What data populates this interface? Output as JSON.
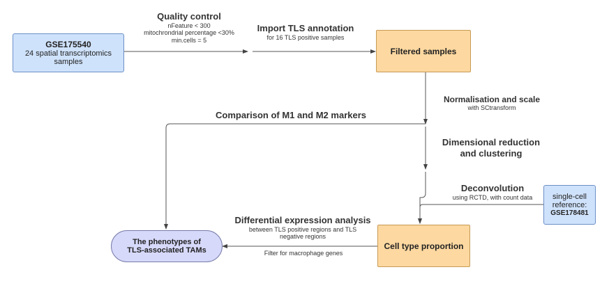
{
  "nodes": {
    "gse_source": {
      "title": "GSE175540",
      "lines": [
        "24 spatial transcriptomics",
        "samples"
      ]
    },
    "filtered_samples": {
      "title": "Filtered samples"
    },
    "cell_type_proportion": {
      "title": "Cell type proportion"
    },
    "single_cell_ref": {
      "lines": [
        "single-cell",
        "reference:",
        "GSE178481"
      ]
    },
    "tam_phenotypes": {
      "lines": [
        "The phenotypes of",
        "TLS-associated TAMs"
      ]
    }
  },
  "labels": {
    "quality_control": {
      "title": "Quality control",
      "lines": [
        "nFeature < 300",
        "mitochrondrial percentage <30%",
        "min.cells = 5"
      ]
    },
    "import_tls": {
      "title": "Import TLS annotation",
      "sub": "for 16 TLS positive samples"
    },
    "normalisation": {
      "title": "Normalisation and scale",
      "sub": "with SCtransform"
    },
    "dimensional": {
      "title_lines": [
        "Dimensional reduction",
        "and clustering"
      ]
    },
    "deconvolution": {
      "title": "Deconvolution",
      "sub": "using RCTD, with count data"
    },
    "comparison": {
      "title": "Comparison of M1 and M2 markers"
    },
    "differential": {
      "title": "Differential expression analysis",
      "lines": [
        "between TLS positive regions and TLS",
        "negative regions"
      ]
    },
    "filter_macrophage": {
      "sub": "Filter for macrophage genes"
    }
  },
  "colors": {
    "input_box": "#cfe2fb",
    "process_box": "#fdd8a0",
    "output_box": "#d7d9fa",
    "line": "#555555"
  }
}
